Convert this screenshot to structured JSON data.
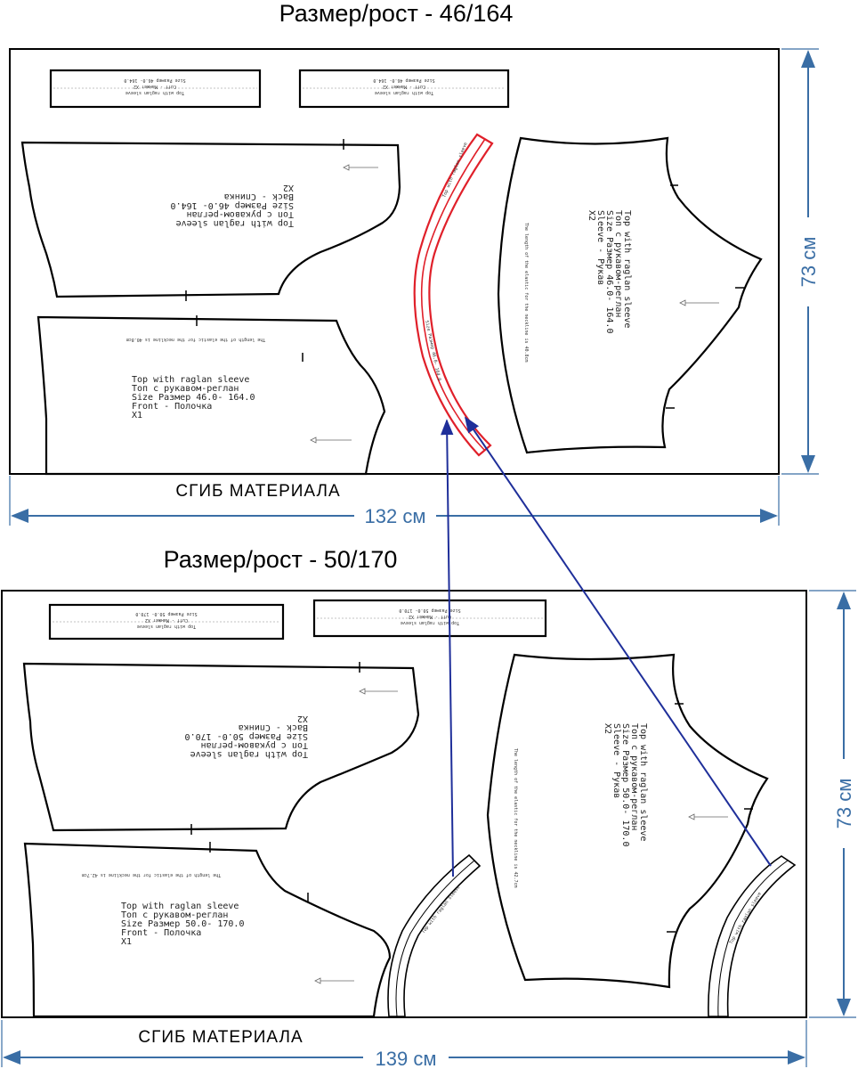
{
  "layout_top": {
    "title": "Размер/рост - 46/164",
    "fold_label": "СГИБ МАТЕРИАЛА",
    "width_label": "132 см",
    "height_label": "73 см",
    "cuff_label": [
      "Top with raglan sleeve",
      "Cuff - Манжет   X2",
      "Size Размер   46.0- 164.0"
    ],
    "back_label": [
      "Top with raglan sleeve",
      "Топ с рукавом-реглан",
      "Size Размер   46.0- 164.0",
      "Back - Спинка",
      "X2"
    ],
    "front_label": [
      "Top with raglan sleeve",
      "Топ с рукавом-реглан",
      "Size Размер   46.0- 164.0",
      "Front - Полочка",
      "X1"
    ],
    "sleeve_label": [
      "Top with raglan sleeve",
      "Топ с рукавом-реглан",
      "Size Размер   46.0- 164.0",
      "Sleeve - Рукав",
      "X2"
    ],
    "note_label": "The length of the elastic for the neckline is 40.8cm"
  },
  "layout_bottom": {
    "title": "Размер/рост - 50/170",
    "fold_label": "СГИБ МАТЕРИАЛА",
    "width_label": "139 см",
    "height_label": "73 см",
    "cuff_label": [
      "Top with raglan sleeve",
      "Cuff - Манжет   X2",
      "Size Размер   50.0- 170.0"
    ],
    "back_label": [
      "Top with raglan sleeve",
      "Топ с рукавом-реглан",
      "Size Размер   50.0- 170.0",
      "Back - Спинка",
      "X2"
    ],
    "front_label": [
      "Top with raglan sleeve",
      "Топ с рукавом-реглан",
      "Size Размер   50.0- 170.0",
      "Front - Полочка",
      "X1"
    ],
    "sleeve_label": [
      "Top with raglan sleeve",
      "Топ с рукавом-реглан",
      "Size Размер   50.0- 170.0",
      "Sleeve - Рукав",
      "X2"
    ],
    "note_label": "The length of the elastic for the neckline is 42.7cm"
  },
  "colors": {
    "dimension": "#3a6ea5",
    "highlight": "#e0202a",
    "connector": "#1f2f9a"
  }
}
